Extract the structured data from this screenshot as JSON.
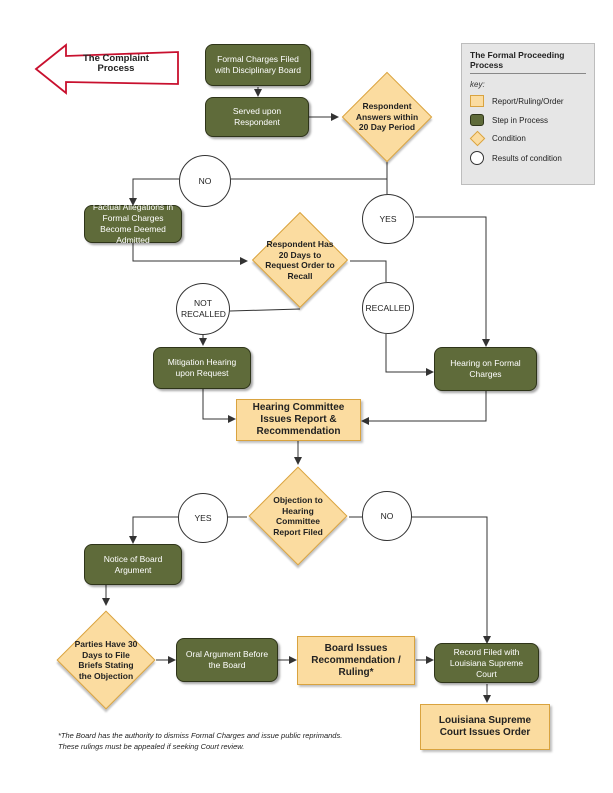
{
  "back_arrow": {
    "label": "The Complaint Process"
  },
  "legend": {
    "title": "The Formal Proceeding Process",
    "key_label": "key:",
    "items": [
      {
        "label": "Report/Ruling/Order"
      },
      {
        "label": "Step in Process"
      },
      {
        "label": "Condition"
      },
      {
        "label": "Results of condition"
      }
    ]
  },
  "nodes": {
    "formal_charges": "Formal Charges Filed with Disciplinary Board",
    "served": "Served upon Respondent",
    "answers": "Respondent Answers within 20 Day Period",
    "no_top": "NO",
    "yes_top": "YES",
    "factual": "Factual Allegations in Formal Charges Become Deemed Admitted",
    "request_recall": "Respondent Has 20 Days to Request Order to Recall",
    "not_recalled": "NOT RECALLED",
    "recalled": "RECALLED",
    "mitigation": "Mitigation Hearing upon Request",
    "hearing_formal": "Hearing on Formal Charges",
    "committee_report": "Hearing Committee Issues Report & Recommendation",
    "objection": "Objection to Hearing Committee Report Filed",
    "yes_mid": "YES",
    "no_mid": "NO",
    "notice": "Notice of Board Argument",
    "briefs": "Parties Have 30 Days to File Briefs Stating the Objection",
    "oral": "Oral Argument Before the Board",
    "board_issues": "Board Issues Recommendation / Ruling*",
    "record_filed": "Record Filed with Louisiana Supreme Court",
    "supreme_order": "Louisiana Supreme Court Issues Order"
  },
  "footnote": {
    "line1": "*The Board has the authority to dismiss Formal Charges and issue public reprimands.",
    "line2": "These rulings must be appealed if seeking Court review."
  },
  "colors": {
    "step_fill": "#5f6b3a",
    "report_fill": "#fbdca0",
    "report_border": "#d9a33f",
    "arrow_red": "#c8102e",
    "line": "#333333"
  }
}
